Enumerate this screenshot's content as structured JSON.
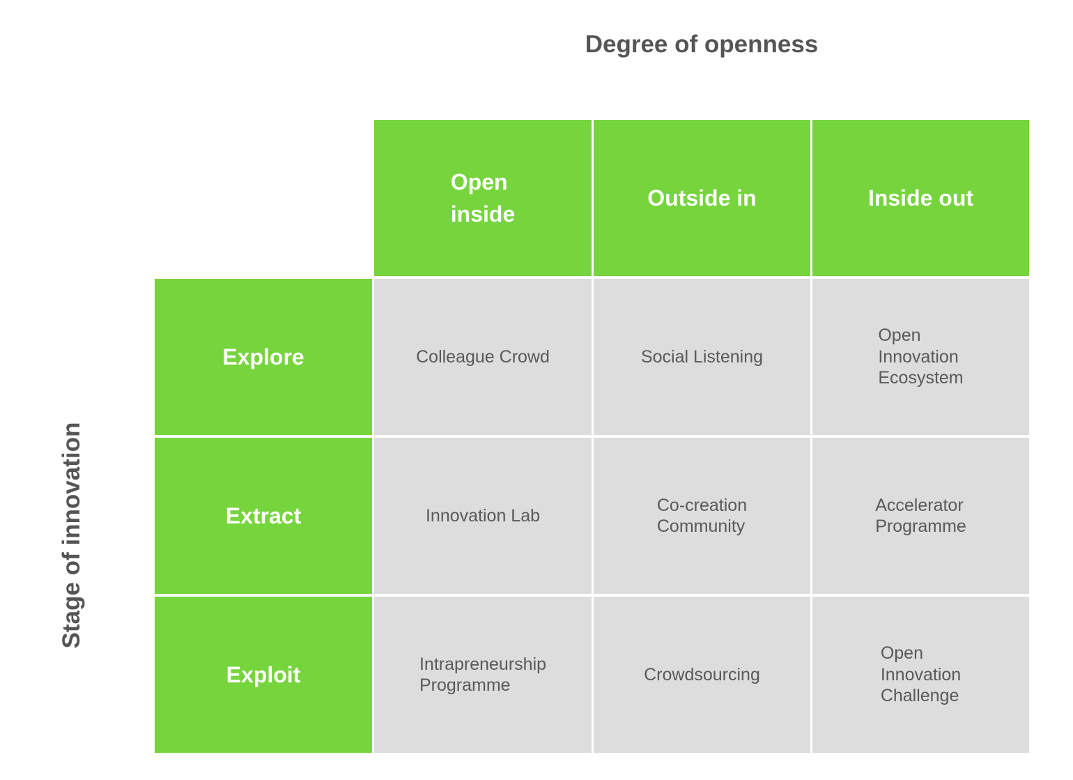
{
  "title": "Degree of openness",
  "y_axis_label": "Stage of innovation",
  "colors": {
    "header_green": "#76D43C",
    "cell_gray": "#DDDDDD",
    "axis_title_text": "#555555",
    "cell_text": "#595959",
    "header_text": "#FFFFFF",
    "background": "#FFFFFF"
  },
  "matrix": {
    "column_headers": [
      "Open\ninside",
      "Outside in",
      "Inside out"
    ],
    "rows": [
      {
        "header": "Explore",
        "cells": [
          "Colleague Crowd",
          "Social Listening",
          "Open\nInnovation\nEcosystem"
        ]
      },
      {
        "header": "Extract",
        "cells": [
          "Innovation Lab",
          "Co-creation\nCommunity",
          "Accelerator\nProgramme"
        ]
      },
      {
        "header": "Exploit",
        "cells": [
          "Intrapreneurship\nProgramme",
          "Crowdsourcing",
          "Open\nInnovation\nChallenge"
        ]
      }
    ]
  }
}
